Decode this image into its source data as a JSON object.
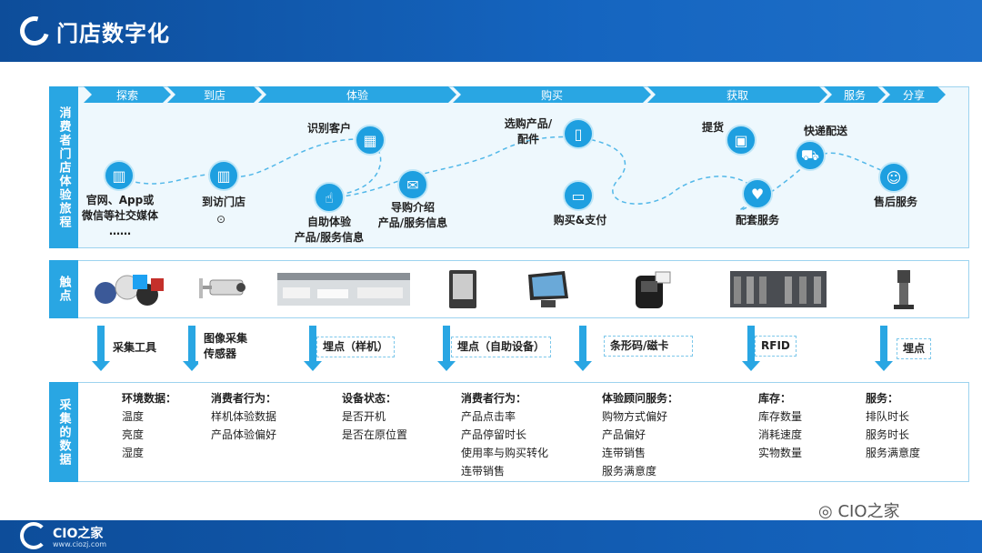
{
  "header": {
    "title": "门店数字化"
  },
  "sections": {
    "journey": "消费者门店体验旅程",
    "touchpoints": "触点",
    "data": "采集的数据"
  },
  "stages": [
    "探索",
    "到店",
    "体验",
    "购买",
    "获取",
    "服务",
    "分享"
  ],
  "journey_nodes": {
    "explore": "官网、App或\n微信等社交媒体\n……",
    "visit": "到访门店",
    "identify": "识别客户",
    "self_exp": "自助体验\n产品/服务信息",
    "guide": "导购介绍\n产品/服务信息",
    "select": "选购产品/\n配件",
    "pay": "购买&支付",
    "pickup": "提货",
    "delivery": "快递配送",
    "supporting": "配套服务",
    "aftersales": "售后服务"
  },
  "tools": [
    "采集工具",
    "图像采集\n传感器",
    "埋点（样机）",
    "埋点（自助设备）",
    "条形码/磁卡",
    "RFID",
    "埋点"
  ],
  "data_cols": [
    {
      "head": "环境数据：",
      "items": [
        "温度",
        "亮度",
        "湿度"
      ]
    },
    {
      "head": "消费者行为：",
      "items": [
        "样机体验数据",
        "产品体验偏好"
      ]
    },
    {
      "head": "设备状态：",
      "items": [
        "是否开机",
        "是否在原位置"
      ]
    },
    {
      "head": "消费者行为：",
      "items": [
        "产品点击率",
        "产品停留时长",
        "使用率与购买转化",
        "连带销售"
      ]
    },
    {
      "head": "体验顾问服务：",
      "items": [
        "购物方式偏好",
        "产品偏好",
        "连带销售",
        "服务满意度"
      ]
    },
    {
      "head": "库存：",
      "items": [
        "库存数量",
        "消耗速度",
        "实物数量"
      ]
    },
    {
      "head": "服务：",
      "items": [
        "排队时长",
        "服务时长",
        "服务满意度"
      ]
    }
  ],
  "footer": {
    "brand": "CIO之家",
    "url": "www.ciozj.com",
    "watermark": "CIO之家"
  },
  "colors": {
    "accent": "#29a6e3",
    "header": "#1565c0"
  }
}
